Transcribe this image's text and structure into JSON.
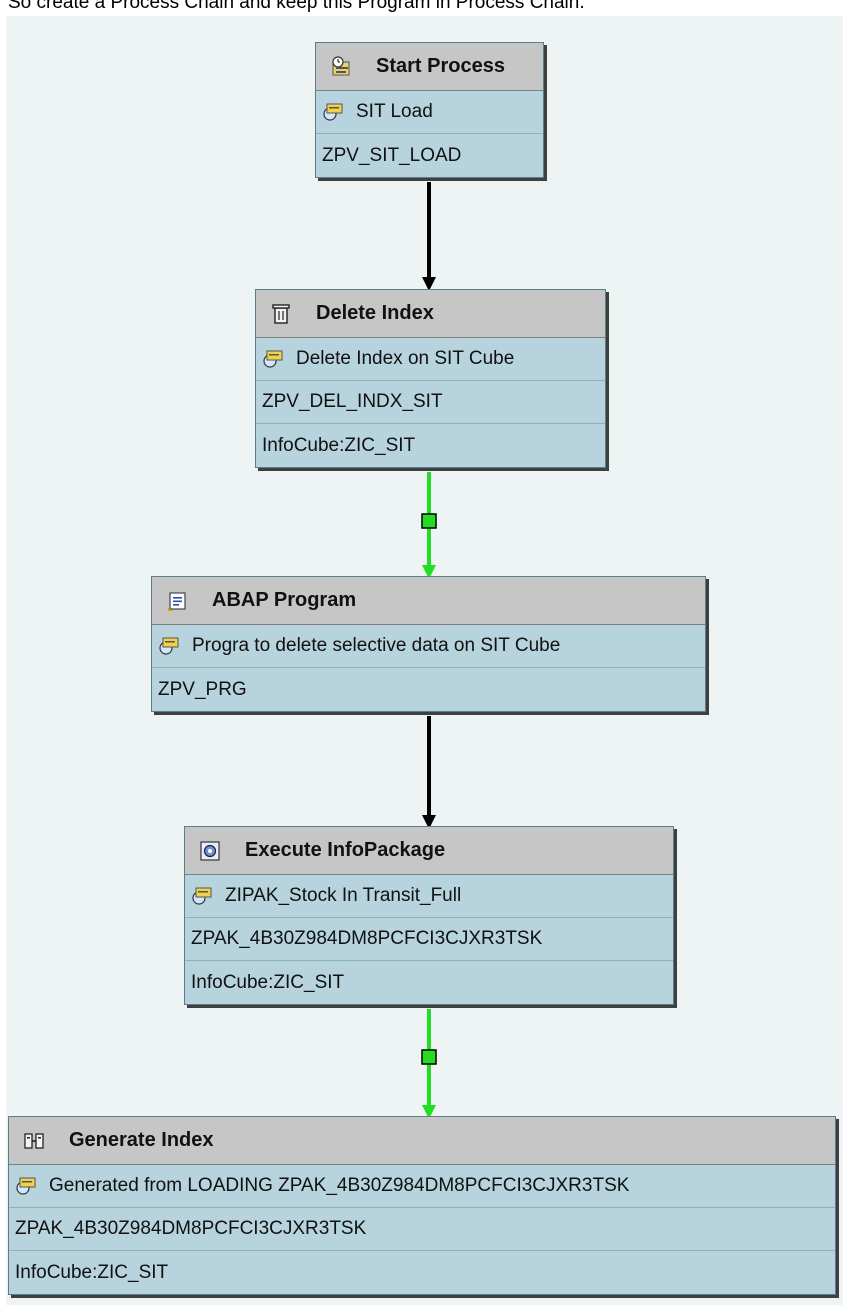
{
  "caption": "So create a Process Chain and keep this Program in Process Chain.",
  "colors": {
    "canvas": "#eef4f4",
    "node_body": "#b7d3dd",
    "node_header": "#c6c6c6",
    "link_default": "#000000",
    "link_success": "#22dd22"
  },
  "nodes": [
    {
      "type": "Start Process",
      "icon": "start-process-icon",
      "variant_icon": "variant-icon",
      "variant": "SIT Load",
      "technical_name": "ZPV_SIT_LOAD"
    },
    {
      "type": "Delete Index",
      "icon": "trash-icon",
      "variant_icon": "variant-icon",
      "variant": "Delete Index on SIT Cube",
      "technical_name": "ZPV_DEL_INDX_SIT",
      "object": "InfoCube:ZIC_SIT"
    },
    {
      "type": "ABAP Program",
      "icon": "abap-program-icon",
      "variant_icon": "variant-icon",
      "variant": "Progra to delete selective data on SIT Cube",
      "technical_name": "ZPV_PRG"
    },
    {
      "type": "Execute InfoPackage",
      "icon": "infopackage-icon",
      "variant_icon": "variant-icon",
      "variant": "ZIPAK_Stock In Transit_Full",
      "technical_name": "ZPAK_4B30Z984DM8PCFCI3CJXR3TSK",
      "object": "InfoCube:ZIC_SIT"
    },
    {
      "type": "Generate Index",
      "icon": "generate-index-icon",
      "variant_icon": "variant-icon",
      "variant": "Generated from LOADING ZPAK_4B30Z984DM8PCFCI3CJXR3TSK",
      "technical_name": "ZPAK_4B30Z984DM8PCFCI3CJXR3TSK",
      "object": "InfoCube:ZIC_SIT"
    }
  ],
  "links": [
    {
      "from": "Start Process",
      "to": "Delete Index",
      "kind": "always"
    },
    {
      "from": "Delete Index",
      "to": "ABAP Program",
      "kind": "success"
    },
    {
      "from": "ABAP Program",
      "to": "Execute InfoPackage",
      "kind": "always"
    },
    {
      "from": "Execute InfoPackage",
      "to": "Generate Index",
      "kind": "success"
    }
  ]
}
